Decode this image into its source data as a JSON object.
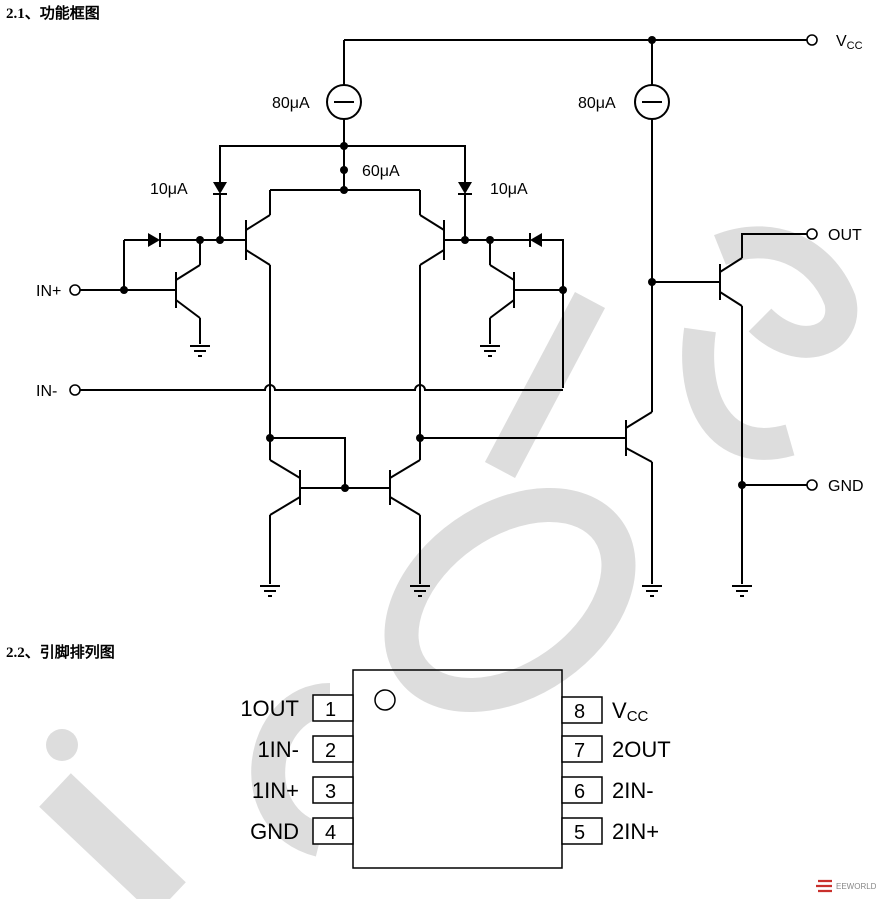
{
  "section1": {
    "title": "2.1、功能框图"
  },
  "section2": {
    "title": "2.2、引脚排列图"
  },
  "circuit": {
    "labels": {
      "vcc_main": "V",
      "vcc_sub": "CC",
      "out": "OUT",
      "gnd": "GND",
      "in_plus": "IN+",
      "in_minus": "IN-",
      "current_source_left": "80μA",
      "current_source_right": "80μA",
      "current_60": "60μA",
      "current_10_left": "10μA",
      "current_10_right": "10μA"
    }
  },
  "pinout": {
    "left_pins": [
      {
        "num": "1",
        "label": "1OUT"
      },
      {
        "num": "2",
        "label": "1IN-"
      },
      {
        "num": "3",
        "label": "1IN+"
      },
      {
        "num": "4",
        "label": "GND"
      }
    ],
    "right_pins": [
      {
        "num": "8",
        "label": "V",
        "sub": "CC"
      },
      {
        "num": "7",
        "label": "2OUT"
      },
      {
        "num": "6",
        "label": "2IN-"
      },
      {
        "num": "5",
        "label": "2IN+"
      }
    ]
  },
  "watermark": {
    "text": "i-core"
  },
  "corner_logo": {
    "text": "EEWORLD"
  }
}
